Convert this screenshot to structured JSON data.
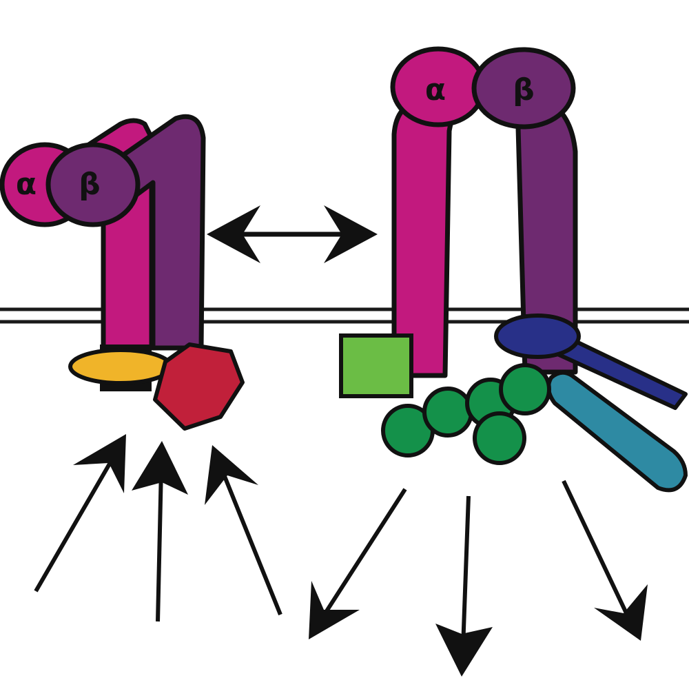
{
  "labels": {
    "alpha": "α",
    "beta": "β"
  },
  "colors": {
    "alpha_subunit": "#c2197e",
    "beta_subunit": "#6e2a70",
    "outline": "#111111",
    "membrane": "#1a1a1a",
    "yellow_partner": "#f0b429",
    "red_partner": "#c1203a",
    "light_green_partner": "#6bbd45",
    "dark_green_partner": "#14914a",
    "blue_partner": "#283088",
    "teal_partner": "#2e8aa3",
    "arrow": "#111111"
  },
  "icons": {
    "bidirectional": "double-headed-arrow",
    "inputs": "arrow-up",
    "outputs": "arrow-down"
  }
}
